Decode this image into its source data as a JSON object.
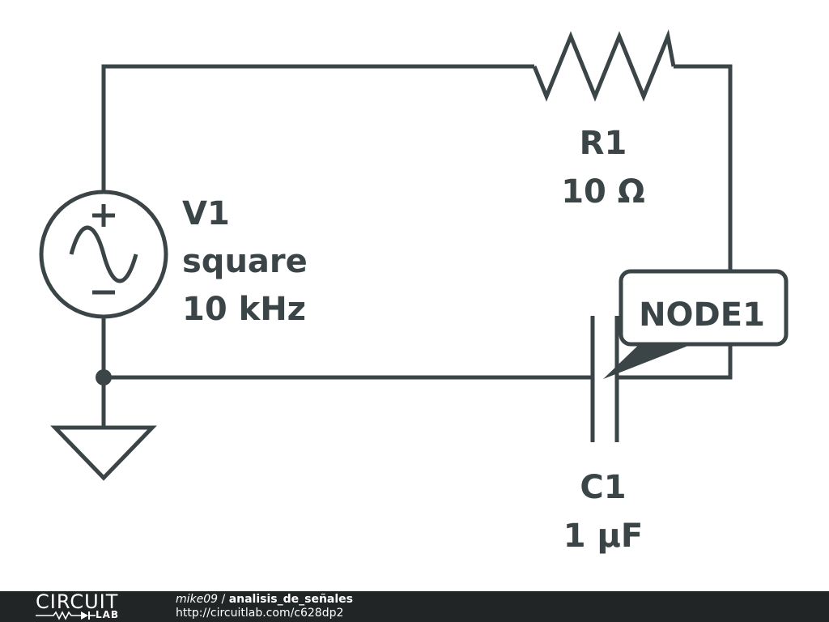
{
  "components": {
    "v1": {
      "ref": "V1",
      "type": "square",
      "freq": "10 kHz"
    },
    "r1": {
      "ref": "R1",
      "value": "10 Ω"
    },
    "c1": {
      "ref": "C1",
      "value": "1 µF"
    },
    "node": {
      "label": "NODE1"
    }
  },
  "footer": {
    "logo_main": "CIRCUIT",
    "logo_sub": "LAB",
    "author": "mike09",
    "separator": " / ",
    "project": "analisis_de_señales",
    "url": "http://circuitlab.com/c628dp2"
  },
  "colors": {
    "ink": "#3b4548",
    "footer_bg": "#212526",
    "background": "#ffffff"
  }
}
